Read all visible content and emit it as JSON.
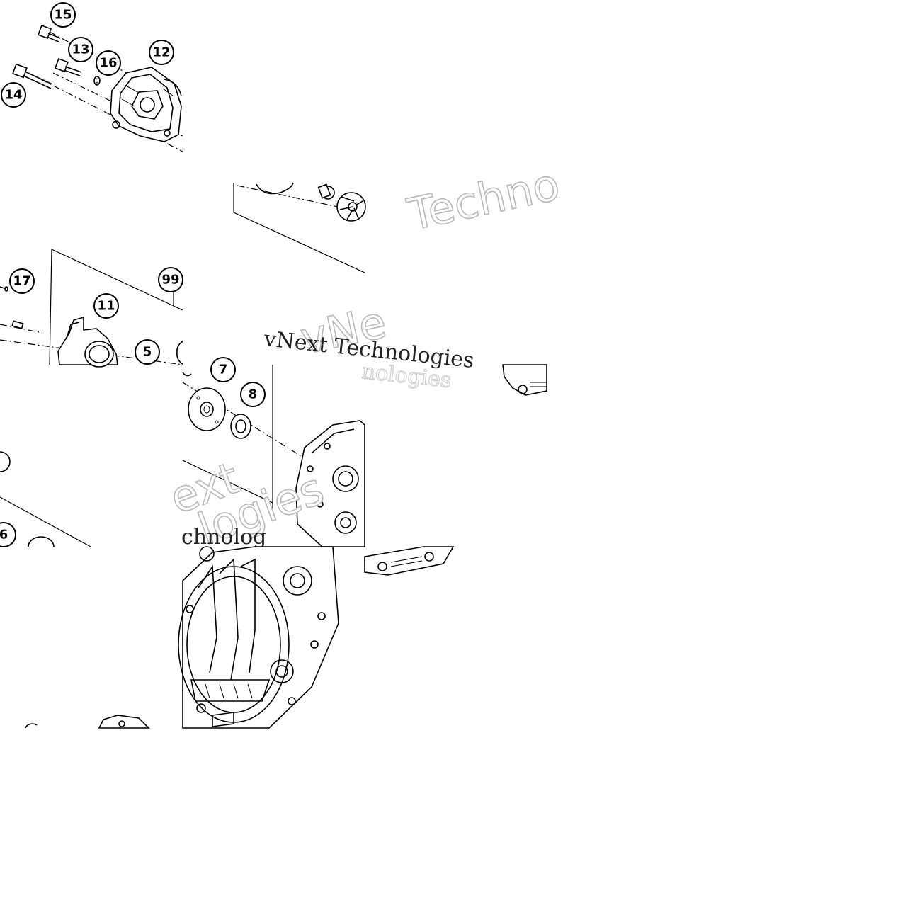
{
  "callouts": {
    "c15": "15",
    "c13": "13",
    "c16": "16",
    "c12": "12",
    "c14": "14",
    "c17": "17",
    "c99": "99",
    "c11": "11",
    "c5": "5",
    "c7": "7",
    "c8": "8",
    "c6": "6"
  },
  "watermark": {
    "line_serif": "vNext Technologies",
    "fragments": {
      "techno": "Techno",
      "vne": "vNe",
      "nologies": "nologies",
      "ext": "ext",
      "logies": "logies",
      "chnolog": "chnolog"
    }
  }
}
